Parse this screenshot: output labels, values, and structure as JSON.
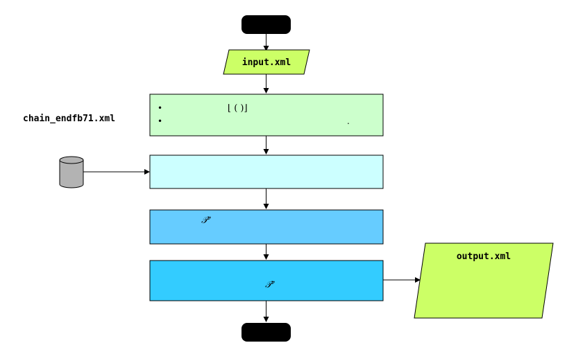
{
  "diagram": {
    "input_label": "input.xml",
    "output_label": "output.xml",
    "chain_label": "chain_endfb71.xml",
    "step1": {
      "bullet_1": "•",
      "bullet_2": "•",
      "line_1_glyphs": "⌊ ( )⌋",
      "line_2_glyphs": "."
    },
    "step3": {
      "symbol": "𝒯",
      "superscript": "ν"
    },
    "step4": {
      "symbol": "𝒯",
      "superscript": "ν"
    },
    "colors": {
      "terminator": "#000000",
      "io_fill": "#ccff66",
      "step1_fill": "#ccffcc",
      "step2_fill": "#ccffff",
      "step3_fill": "#66ccff",
      "step4_fill": "#33ccff",
      "database_fill": "#b3b3b3",
      "line": "#000000"
    }
  }
}
